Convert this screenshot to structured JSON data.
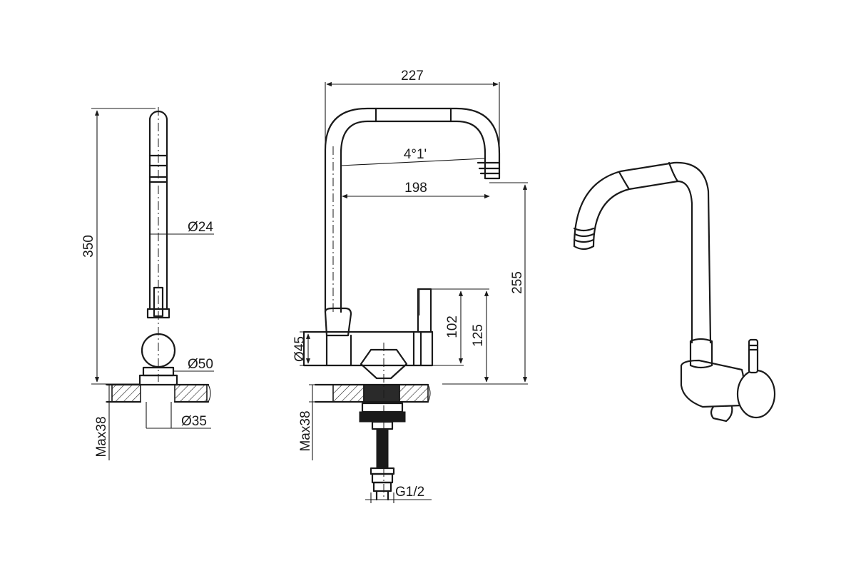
{
  "side_view": {
    "dim_height": "350",
    "dim_spout_diameter": "Ø24",
    "dim_base_diameter": "Ø50",
    "dim_hole_diameter": "Ø35",
    "dim_max_thickness": "Max38"
  },
  "front_view": {
    "dim_width": "227",
    "dim_angle": "4°1'",
    "dim_reach": "198",
    "dim_spout_height": "255",
    "dim_handle_height": "102",
    "dim_body_height": "125",
    "dim_body_diameter": "Ø45",
    "dim_max_thickness": "Max38",
    "dim_connection": "G1/2"
  }
}
